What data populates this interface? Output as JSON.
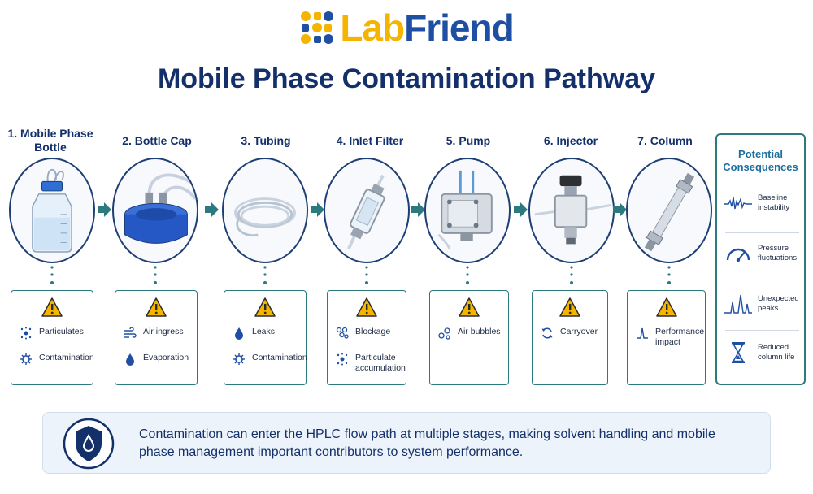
{
  "logo": {
    "lab": "Lab",
    "friend": "Friend"
  },
  "title": "Mobile Phase Contamination Pathway",
  "stages": [
    {
      "label": "1. Mobile Phase Bottle",
      "issues": [
        "Particulates",
        "Contamination"
      ]
    },
    {
      "label": "2. Bottle Cap",
      "issues": [
        "Air ingress",
        "Evaporation"
      ]
    },
    {
      "label": "3. Tubing",
      "issues": [
        "Leaks",
        "Contamination"
      ]
    },
    {
      "label": "4. Inlet Filter",
      "issues": [
        "Blockage",
        "Particulate accumulation"
      ]
    },
    {
      "label": "5. Pump",
      "issues": [
        "Air bubbles"
      ]
    },
    {
      "label": "6. Injector",
      "issues": [
        "Carryover"
      ]
    },
    {
      "label": "7. Column",
      "issues": [
        "Performance impact"
      ]
    }
  ],
  "consequences": {
    "title": "Potential Consequences",
    "items": [
      "Baseline instability",
      "Pressure fluctuations",
      "Unexpected peaks",
      "Reduced column life"
    ]
  },
  "note": "Contamination can enter the HPLC flow path at multiple stages, making solvent handling and mobile phase management important contributors to system performance.",
  "colors": {
    "navy": "#14306b",
    "teal": "#2a7a7f",
    "warning": "#f4b400",
    "brand_blue": "#1e4fa3"
  },
  "icons": {
    "stage_images": [
      "solvent-bottle-icon",
      "bottle-cap-icon",
      "tubing-coil-icon",
      "inlet-filter-icon",
      "pump-icon",
      "injector-valve-icon",
      "column-icon"
    ],
    "issues": [
      "particles-icon",
      "contamination-icon",
      "air-flow-icon",
      "droplet-icon",
      "droplet-icon",
      "contamination-icon",
      "blockage-icon",
      "particles-icon",
      "bubbles-icon",
      "carryover-icon",
      "peak-icon"
    ],
    "consequences": [
      "baseline-noise-icon",
      "pressure-gauge-icon",
      "peaks-icon",
      "hourglass-icon"
    ]
  }
}
